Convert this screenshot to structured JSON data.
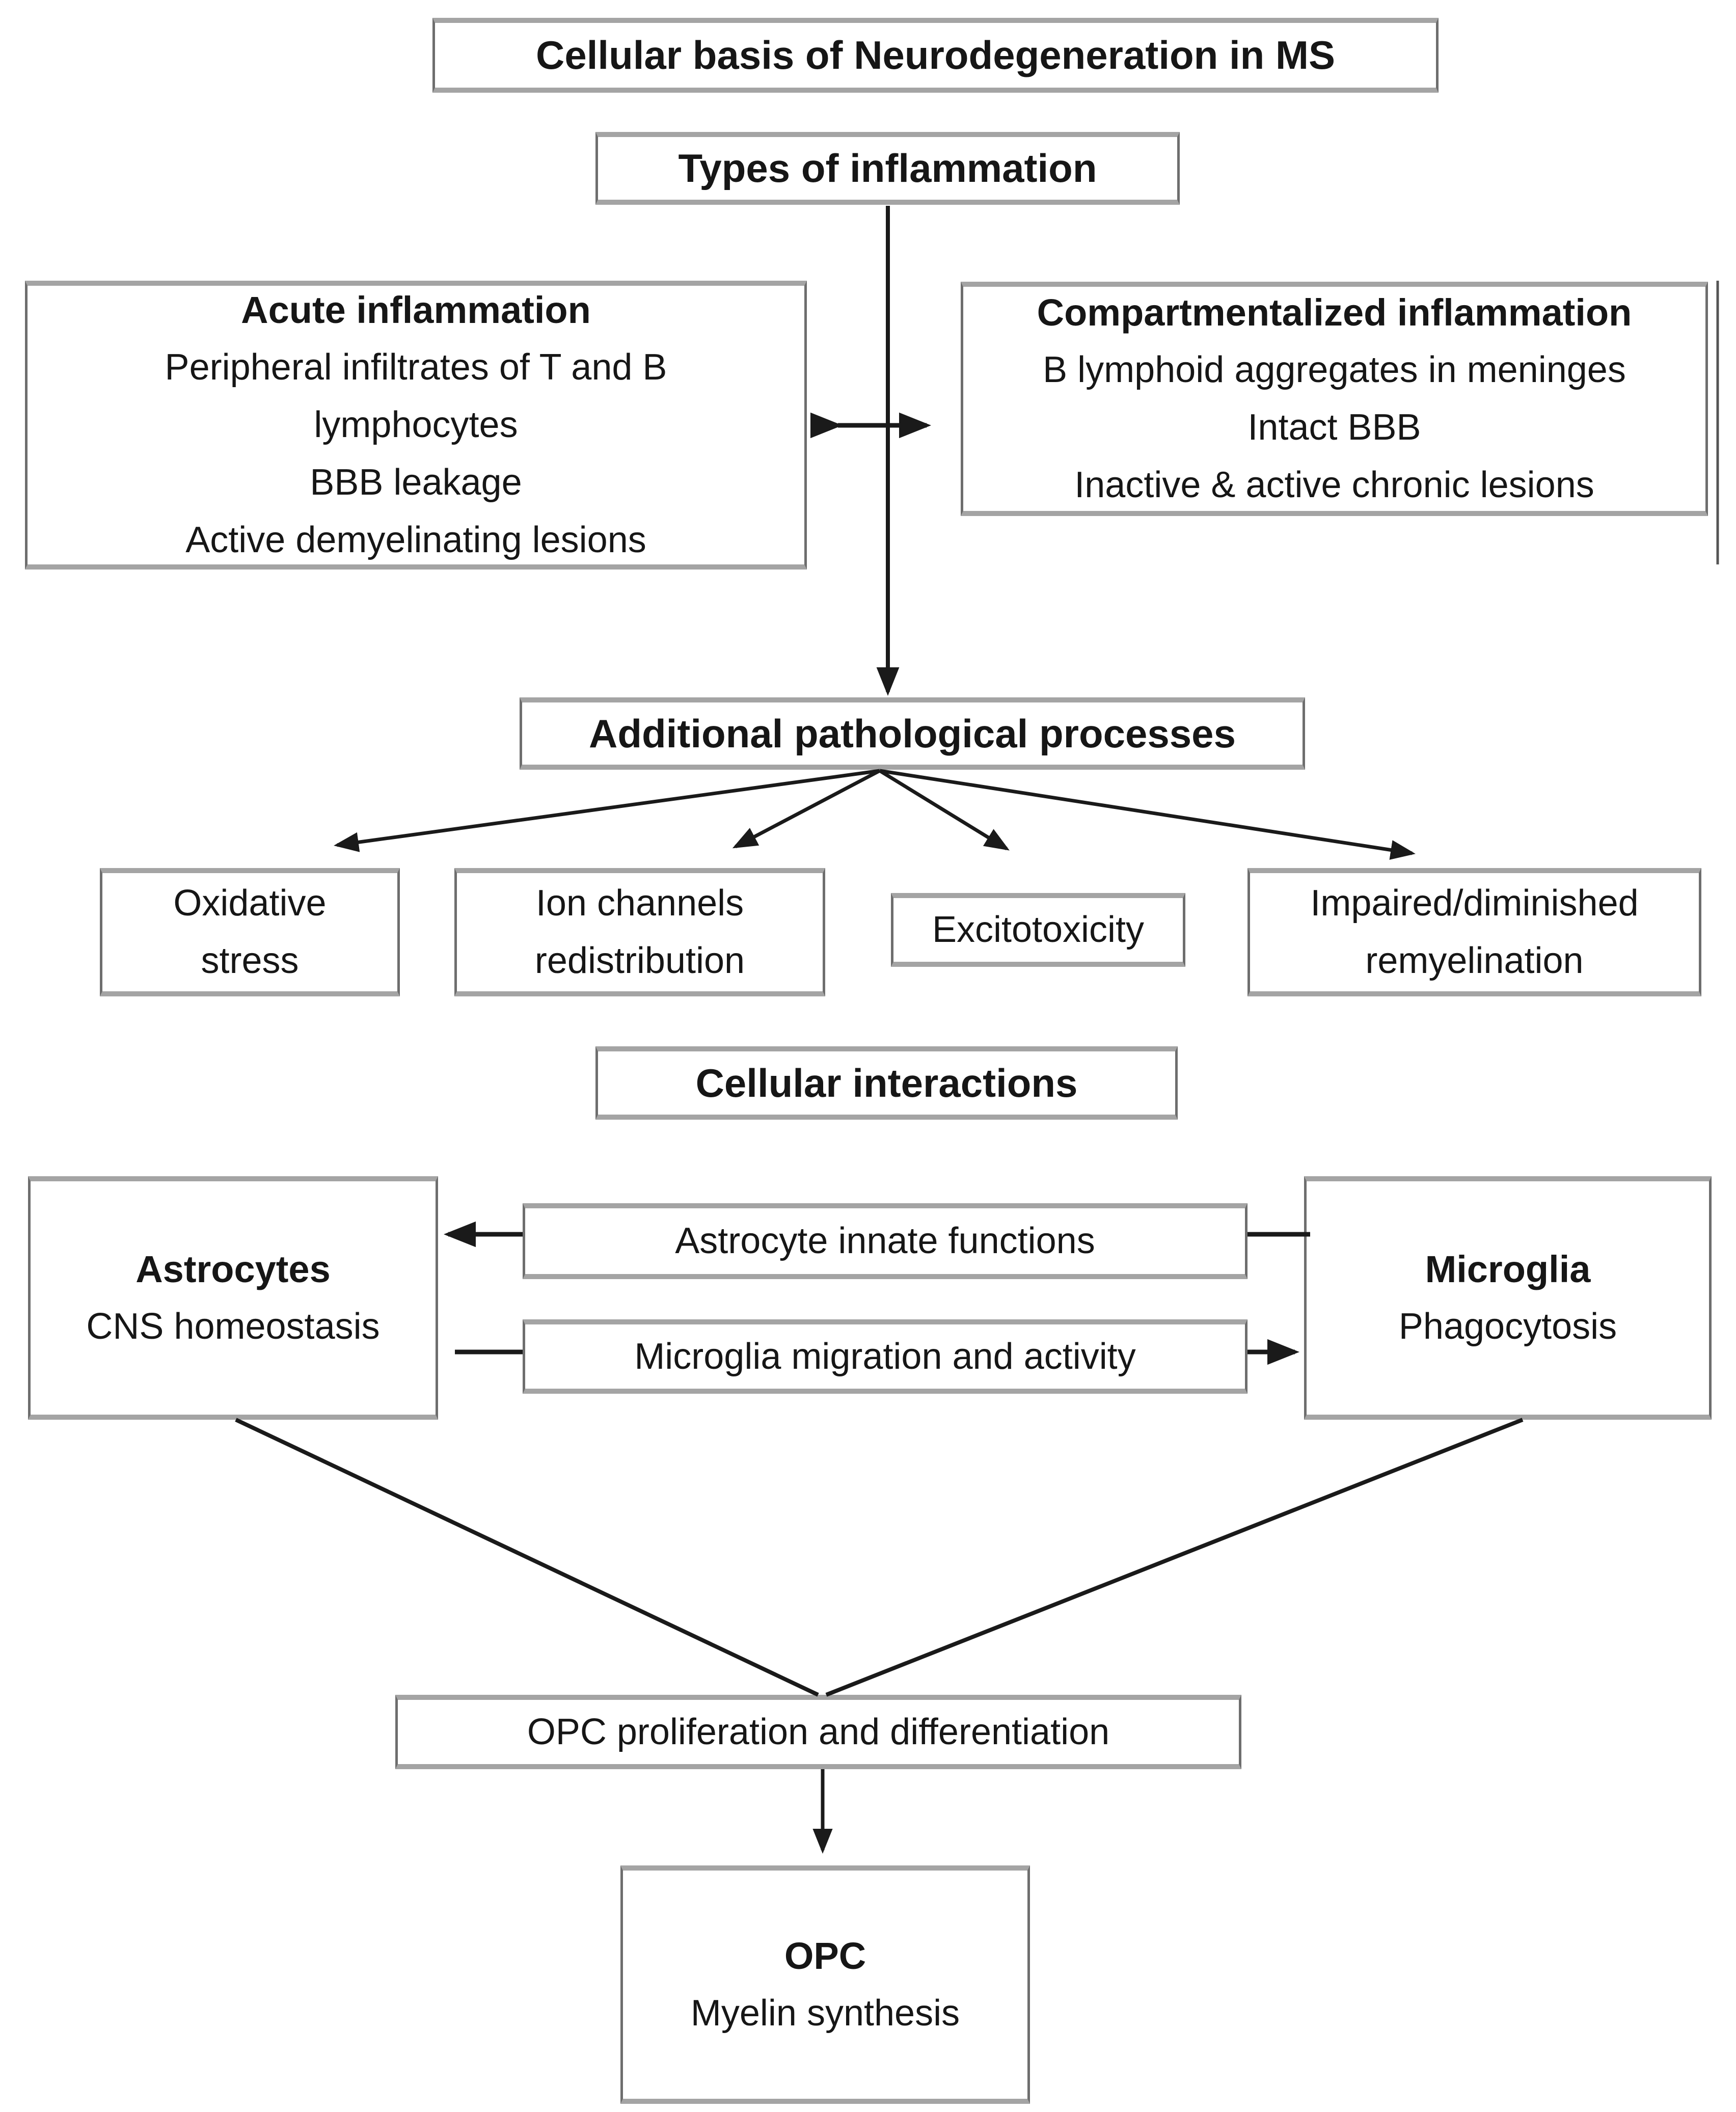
{
  "title": "Cellular basis of Neurodegeneration in MS",
  "colors": {
    "background": "#ffffff",
    "box_border_side": "#6e6e6e",
    "box_border_topbottom": "#a4a4a4",
    "connector_line": "#1a1a1a",
    "text": "#161616"
  },
  "boxes": {
    "types": {
      "label": "Types of inflammation"
    },
    "acute": {
      "heading": "Acute inflammation",
      "line1": "Peripheral infiltrates of T and B",
      "line2": "lymphocytes",
      "line3": "BBB leakage",
      "line4": "Active demyelinating lesions"
    },
    "compartmentalized": {
      "heading": "Compartmentalized inflammation",
      "line1": "B lymphoid aggregates in meninges",
      "line2": "Intact BBB",
      "line3": "Inactive & active chronic lesions"
    },
    "additional": {
      "label": "Additional pathological processes"
    },
    "oxidative": {
      "line1": "Oxidative",
      "line2": "stress"
    },
    "ion_channels": {
      "line1": "Ion channels",
      "line2": "redistribution"
    },
    "excitotoxicity": {
      "label": "Excitotoxicity"
    },
    "impaired": {
      "line1": "Impaired/diminished",
      "line2": "remyelination"
    },
    "cellular": {
      "label": "Cellular interactions"
    },
    "astrocytes": {
      "heading": "Astrocytes",
      "subtitle": "CNS homeostasis"
    },
    "microglia": {
      "heading": "Microglia",
      "subtitle": "Phagocytosis"
    },
    "innate": {
      "label": "Astrocyte innate functions"
    },
    "migration": {
      "label": "Microglia migration and activity"
    },
    "opc_proliferation": {
      "label": "OPC proliferation and differentiation"
    },
    "opc": {
      "heading": "OPC",
      "subtitle": "Myelin synthesis"
    }
  }
}
